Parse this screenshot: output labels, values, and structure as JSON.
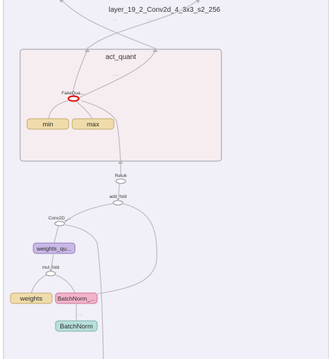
{
  "graph_title": "layer_19_2_Conv2d_4_3x3_s2_256",
  "act_quant": {
    "title": "act_quant",
    "fake_quant_label": "FakeQua...",
    "min_label": "min",
    "max_label": "max"
  },
  "nodes": {
    "relu6": "Relu6",
    "add_fold": "add_fold",
    "conv2d": "Conv2D_...",
    "weights_quant": "weights_qu...",
    "mul_fold": "mul_fold",
    "weights": "weights",
    "batchnorm_dots": "BatchNorm_...",
    "batchnorm": "BatchNorm"
  },
  "colors": {
    "outer_fill": "#f1eff7",
    "act_box_fill": "#f6edf1",
    "variable_fill": "#f0dcaa",
    "variable_stroke": "#c2a86a",
    "weights_quant_fill": "#c9b9e6",
    "weights_quant_stroke": "#8e7bb8",
    "batchnorm_dots_fill": "#f3b3cc",
    "batchnorm_dots_stroke": "#c9719a",
    "batchnorm_fill": "#b7dfdc",
    "batchnorm_stroke": "#7fb0ac",
    "fake_quant_stroke": "#d91818",
    "edge": "#b6b5ba"
  }
}
